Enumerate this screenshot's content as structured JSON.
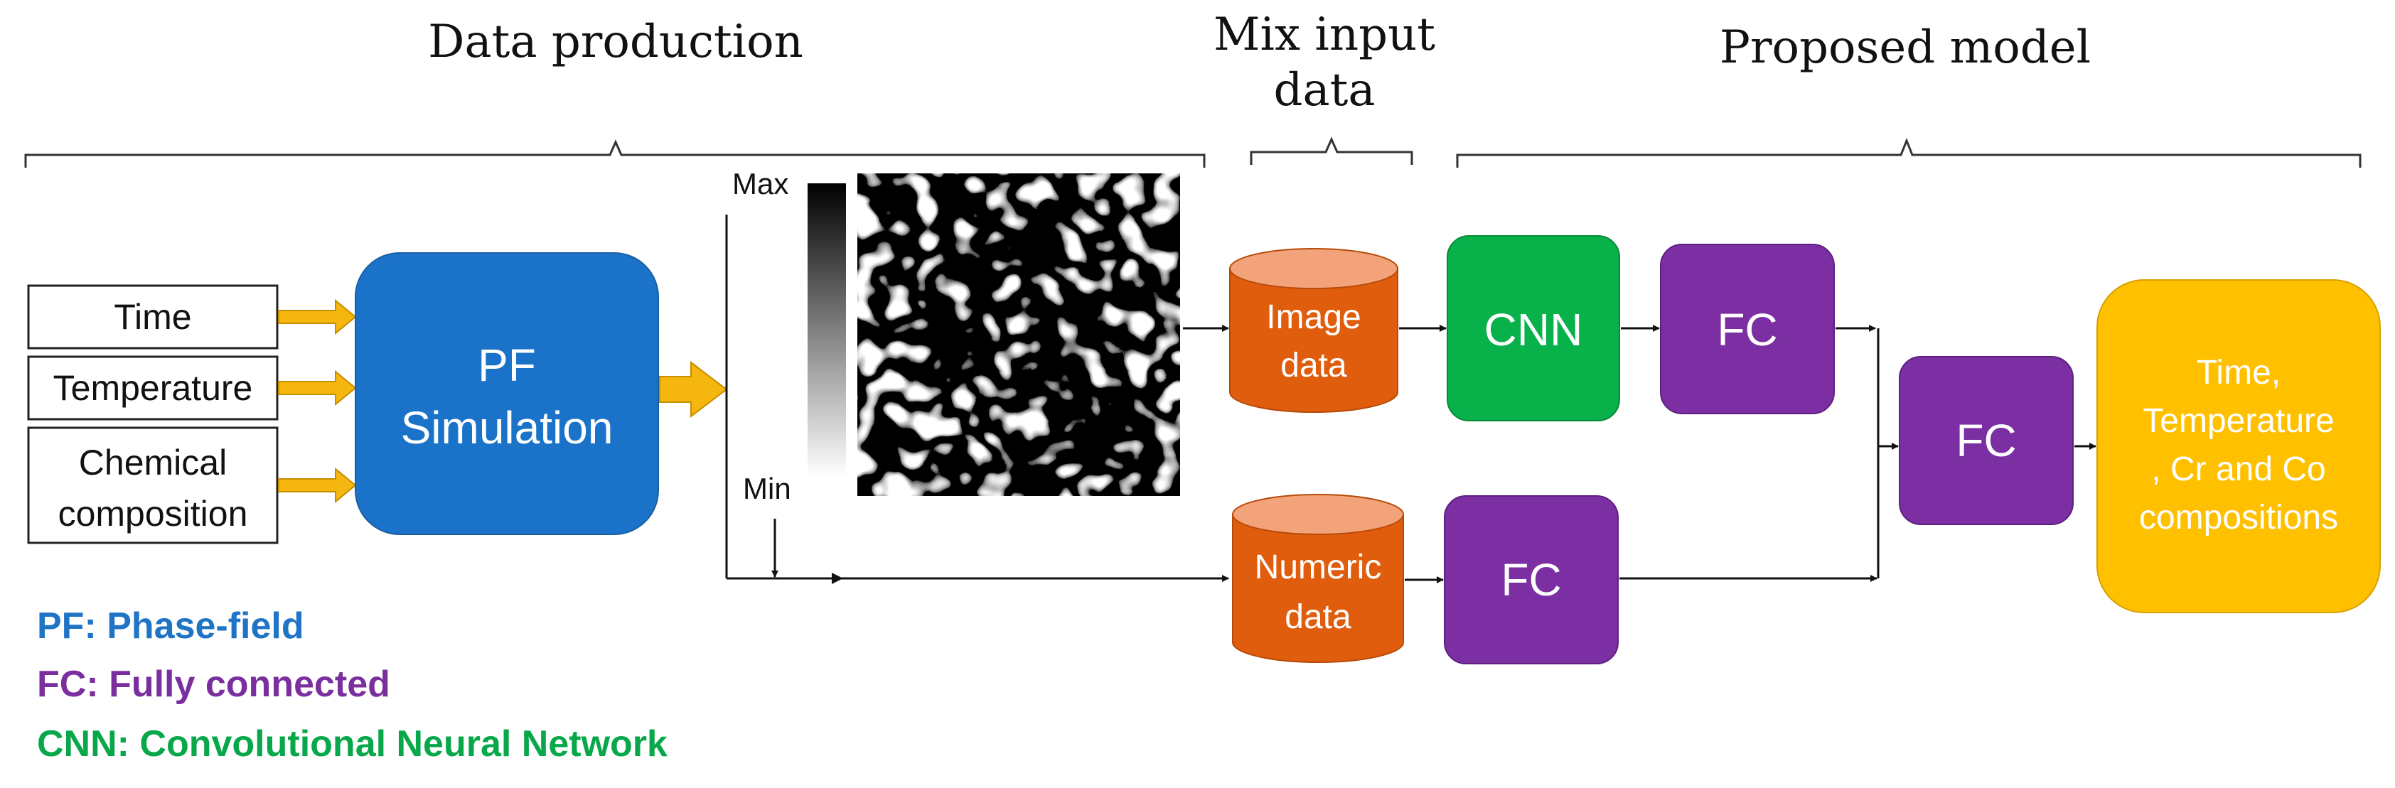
{
  "sections": {
    "data_production": "Data production",
    "mix_input_line1": "Mix input",
    "mix_input_line2": "data",
    "proposed_model": "Proposed model"
  },
  "inputs": {
    "time": "Time",
    "temperature": "Temperature",
    "chem_line1": "Chemical",
    "chem_line2": "composition"
  },
  "pf_sim": {
    "line1": "PF",
    "line2": "Simulation"
  },
  "colorbar": {
    "max_label": "Max",
    "min_label": "Min"
  },
  "image_data": {
    "line1": "Image",
    "line2": "data"
  },
  "numeric_data": {
    "line1": "Numeric",
    "line2": "data"
  },
  "cnn": {
    "label": "CNN"
  },
  "fc_top": {
    "label": "FC"
  },
  "fc_bottom": {
    "label": "FC"
  },
  "fc_merge": {
    "label": "FC"
  },
  "output": {
    "line1": "Time,",
    "line2": "Temperature",
    "line3": ", Cr and Co",
    "line4": "compositions"
  },
  "legend": {
    "pf": "PF: Phase-field",
    "fc": "FC: Fully connected",
    "cnn": "CNN: Convolutional Neural Network"
  },
  "colors": {
    "pf_blue": "#1a73c8",
    "cnn_green": "#08b14a",
    "fc_purple": "#7c2fa3",
    "cylinder_orange": "#e05d0e",
    "cylinder_top": "#f2a379",
    "output_yellow": "#ffc000",
    "arrow_gold": "#f5b60f",
    "legend_blue": "#1f74c6",
    "legend_purple": "#7b2f9f",
    "legend_green": "#08a84a"
  }
}
